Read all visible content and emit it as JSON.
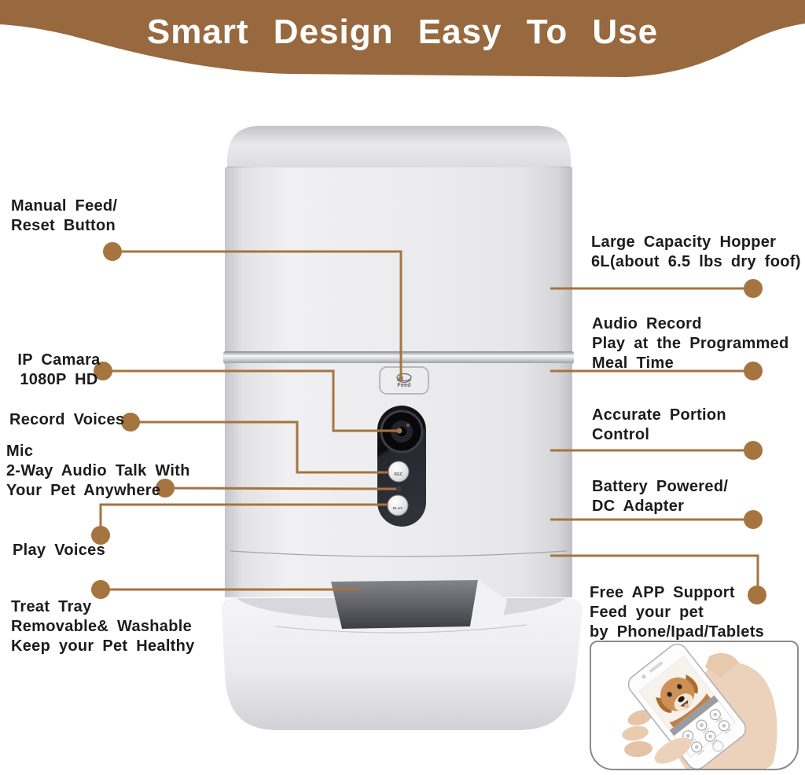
{
  "banner": {
    "title": "Smart Design Easy To Use",
    "background_color": "#98693f",
    "text_color": "#ffffff"
  },
  "colors": {
    "callout_line": "#a6743e",
    "callout_dot": "#a6743e",
    "label_text": "#1c1c1c",
    "device_panel_black": "#17171c",
    "device_body_gray": "#ececee"
  },
  "device": {
    "name": "automatic-pet-feeder",
    "feed_button_label": "Feed",
    "rec_button_label": "REC",
    "play_button_label": "PLAY"
  },
  "callouts": {
    "left": [
      {
        "id": "manual-feed-reset",
        "text": "Manual Feed/\nReset Button"
      },
      {
        "id": "ip-camera",
        "text": "IP Camara\n1080P HD"
      },
      {
        "id": "record-voices",
        "text": "Record Voices"
      },
      {
        "id": "mic-two-way-audio",
        "text": "Mic\n2-Way Audio Talk With\nYour Pet Anywhere"
      },
      {
        "id": "play-voices",
        "text": "Play Voices"
      },
      {
        "id": "treat-tray",
        "text": "Treat Tray\nRemovable& Washable\nKeep your Pet Healthy"
      }
    ],
    "right": [
      {
        "id": "large-capacity-hopper",
        "text": "Large Capacity Hopper\n6L(about 6.5 lbs dry foof)"
      },
      {
        "id": "audio-record",
        "text": "Audio Record\nPlay at the Programmed\nMeal Time"
      },
      {
        "id": "accurate-portion-control",
        "text": "Accurate Portion\nControl"
      },
      {
        "id": "battery-powered",
        "text": "Battery Powered/\nDC Adapter"
      },
      {
        "id": "free-app-support",
        "text": "Free APP Support\nFeed your pet\nby Phone/Ipad/Tablets"
      }
    ]
  }
}
